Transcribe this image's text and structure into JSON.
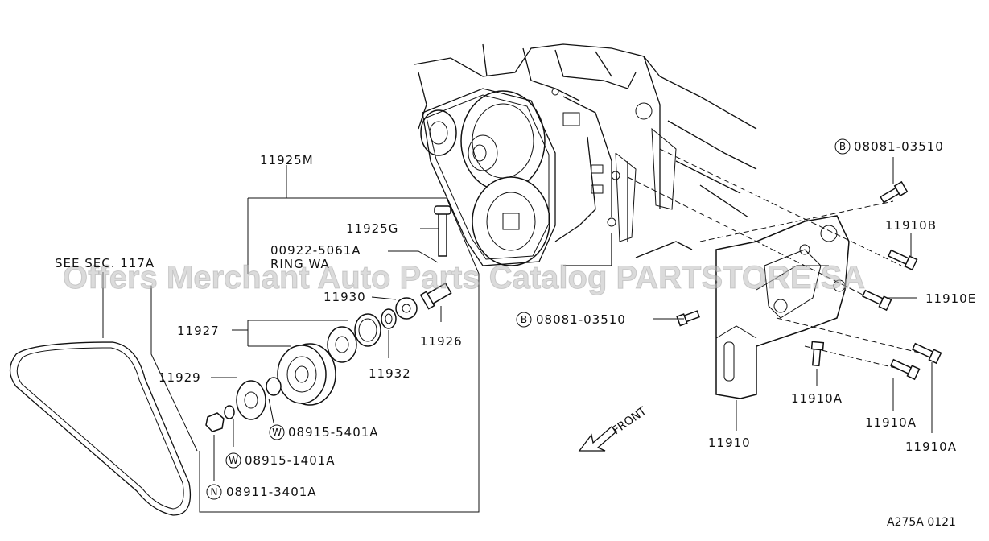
{
  "watermark": "Offers Merchant Auto Parts Catalog PARTSTORE.SA",
  "drawing_code": "A275A 0121",
  "see_sec": "SEE SEC. 117A",
  "front_label": "FRONT",
  "labels": {
    "p11925M": "11925M",
    "p11925G": "11925G",
    "p00922": "00922-5061A",
    "ring": "RING WA",
    "p11930": "11930",
    "p11927": "11927",
    "p11926": "11926",
    "p11932": "11932",
    "p11929": "11929",
    "w1": "08915-5401A",
    "w2": "08915-1401A",
    "n1": "08911-3401A",
    "b1": "08081-03510",
    "b2": "08081-03510",
    "p11910B": "11910B",
    "p11910E": "11910E",
    "p11910A_1": "11910A",
    "p11910A_2": "11910A",
    "p11910A_3": "11910A",
    "p11910": "11910"
  },
  "circled_prefixes": {
    "b": "B",
    "w": "W",
    "n": "N"
  }
}
